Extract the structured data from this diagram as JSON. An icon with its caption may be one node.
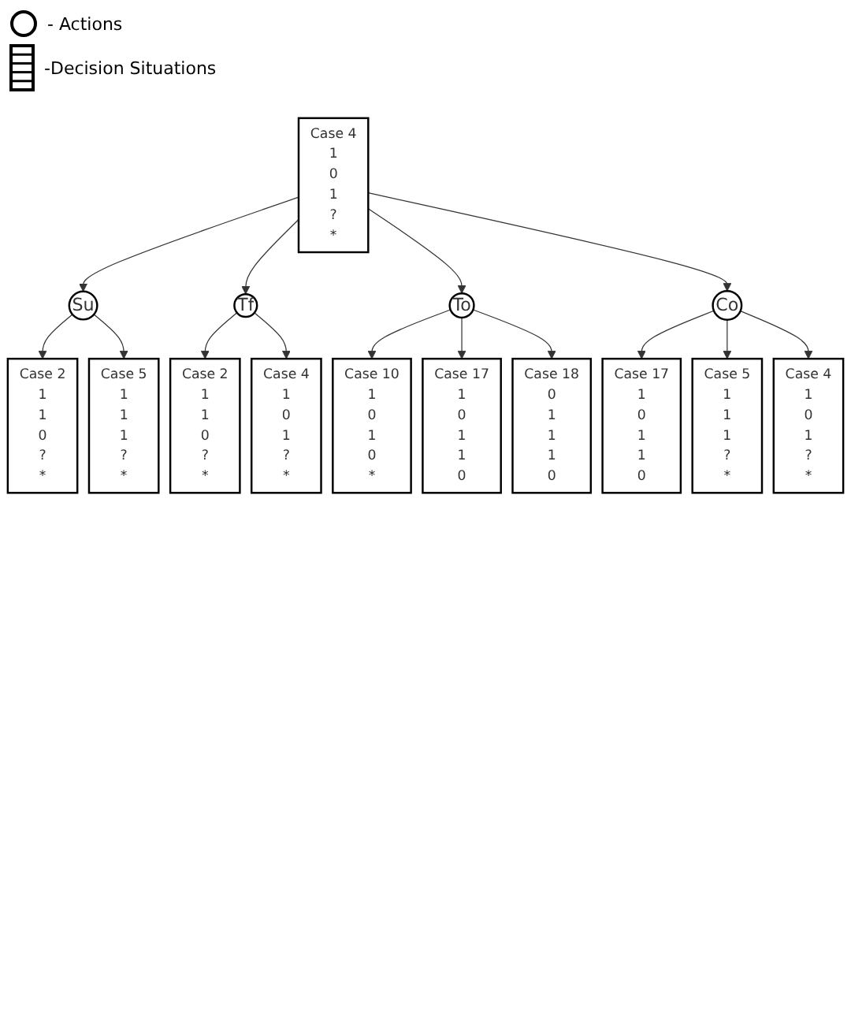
{
  "diagram": {
    "nodes": [
      {
        "text": [
          "Case 4",
          "1",
          "0",
          "1",
          "?",
          "*"
        ]
      },
      {
        "text": [
          "Su"
        ]
      },
      {
        "text": [
          "Co"
        ]
      },
      {
        "text": [
          "Case 2",
          "1",
          "1",
          "0",
          "?",
          "*"
        ]
      },
      {
        "text": [
          "Case 5",
          "1",
          "1",
          "1",
          "?",
          "*"
        ]
      },
      {
        "text": [
          "Tf"
        ]
      },
      {
        "text": [
          "To"
        ]
      },
      {
        "text": [
          "Case 17",
          "1",
          "0",
          "1",
          "1",
          "0"
        ]
      },
      {
        "text": [
          "Case 5",
          "1",
          "1",
          "1",
          "?",
          "*"
        ]
      },
      {
        "text": [
          "Case 4",
          "1",
          "0",
          "1",
          "?",
          "*"
        ]
      },
      {
        "text": [
          "Case 2",
          "1",
          "1",
          "0",
          "?",
          "*"
        ]
      },
      {
        "text": [
          "Case 4",
          "1",
          "0",
          "1",
          "?",
          "*"
        ]
      },
      {
        "text": [
          "Case 10",
          "1",
          "0",
          "1",
          "0",
          "*"
        ]
      },
      {
        "text": [
          "Case 17",
          "1",
          "0",
          "1",
          "1",
          "0"
        ]
      },
      {
        "text": [
          "Case 18",
          "0",
          "1",
          "1",
          "1",
          "0"
        ]
      }
    ],
    "edges": [
      {
        "from": 0,
        "to": 1,
        "arrow": "to"
      },
      {
        "from": 0,
        "to": 5,
        "arrow": "to"
      },
      {
        "from": 0,
        "to": 6,
        "arrow": "to"
      },
      {
        "from": 0,
        "to": 2,
        "arrow": "to"
      },
      {
        "from": 1,
        "to": 3,
        "arrow": "to"
      },
      {
        "from": 1,
        "to": 4,
        "arrow": "to"
      },
      {
        "from": 2,
        "to": 7,
        "arrow": "to"
      },
      {
        "from": 2,
        "to": 8,
        "arrow": "to"
      },
      {
        "from": 2,
        "to": 9,
        "arrow": "to"
      },
      {
        "from": 5,
        "to": 10,
        "arrow": "to"
      },
      {
        "from": 5,
        "to": 11,
        "arrow": "to"
      },
      {
        "from": 6,
        "to": 12,
        "arrow": "to"
      },
      {
        "from": 6,
        "to": 13,
        "arrow": "to"
      },
      {
        "from": 6,
        "to": 14,
        "arrow": "to"
      }
    ],
    "legend": [
      {
        "text": "- Actions"
      },
      {
        "text": "-Decision Situations"
      }
    ]
  }
}
